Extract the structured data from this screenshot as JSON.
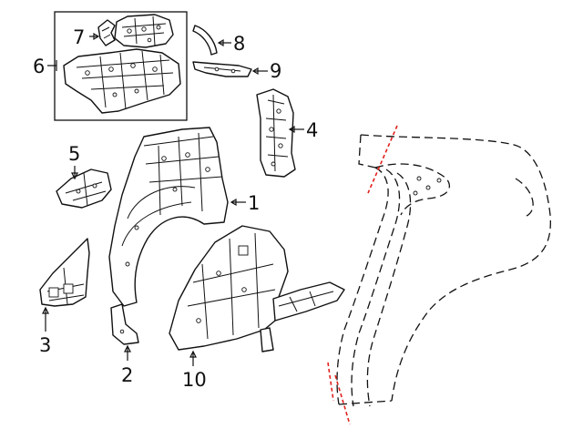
{
  "callouts": [
    {
      "id": "1",
      "label": "1"
    },
    {
      "id": "2",
      "label": "2"
    },
    {
      "id": "3",
      "label": "3"
    },
    {
      "id": "4",
      "label": "4"
    },
    {
      "id": "5",
      "label": "5"
    },
    {
      "id": "6",
      "label": "6"
    },
    {
      "id": "7",
      "label": "7"
    },
    {
      "id": "8",
      "label": "8"
    },
    {
      "id": "9",
      "label": "9"
    },
    {
      "id": "10",
      "label": "10"
    }
  ],
  "colors": {
    "line": "#111111",
    "background": "#ffffff",
    "cut_line": "#e0201b"
  }
}
